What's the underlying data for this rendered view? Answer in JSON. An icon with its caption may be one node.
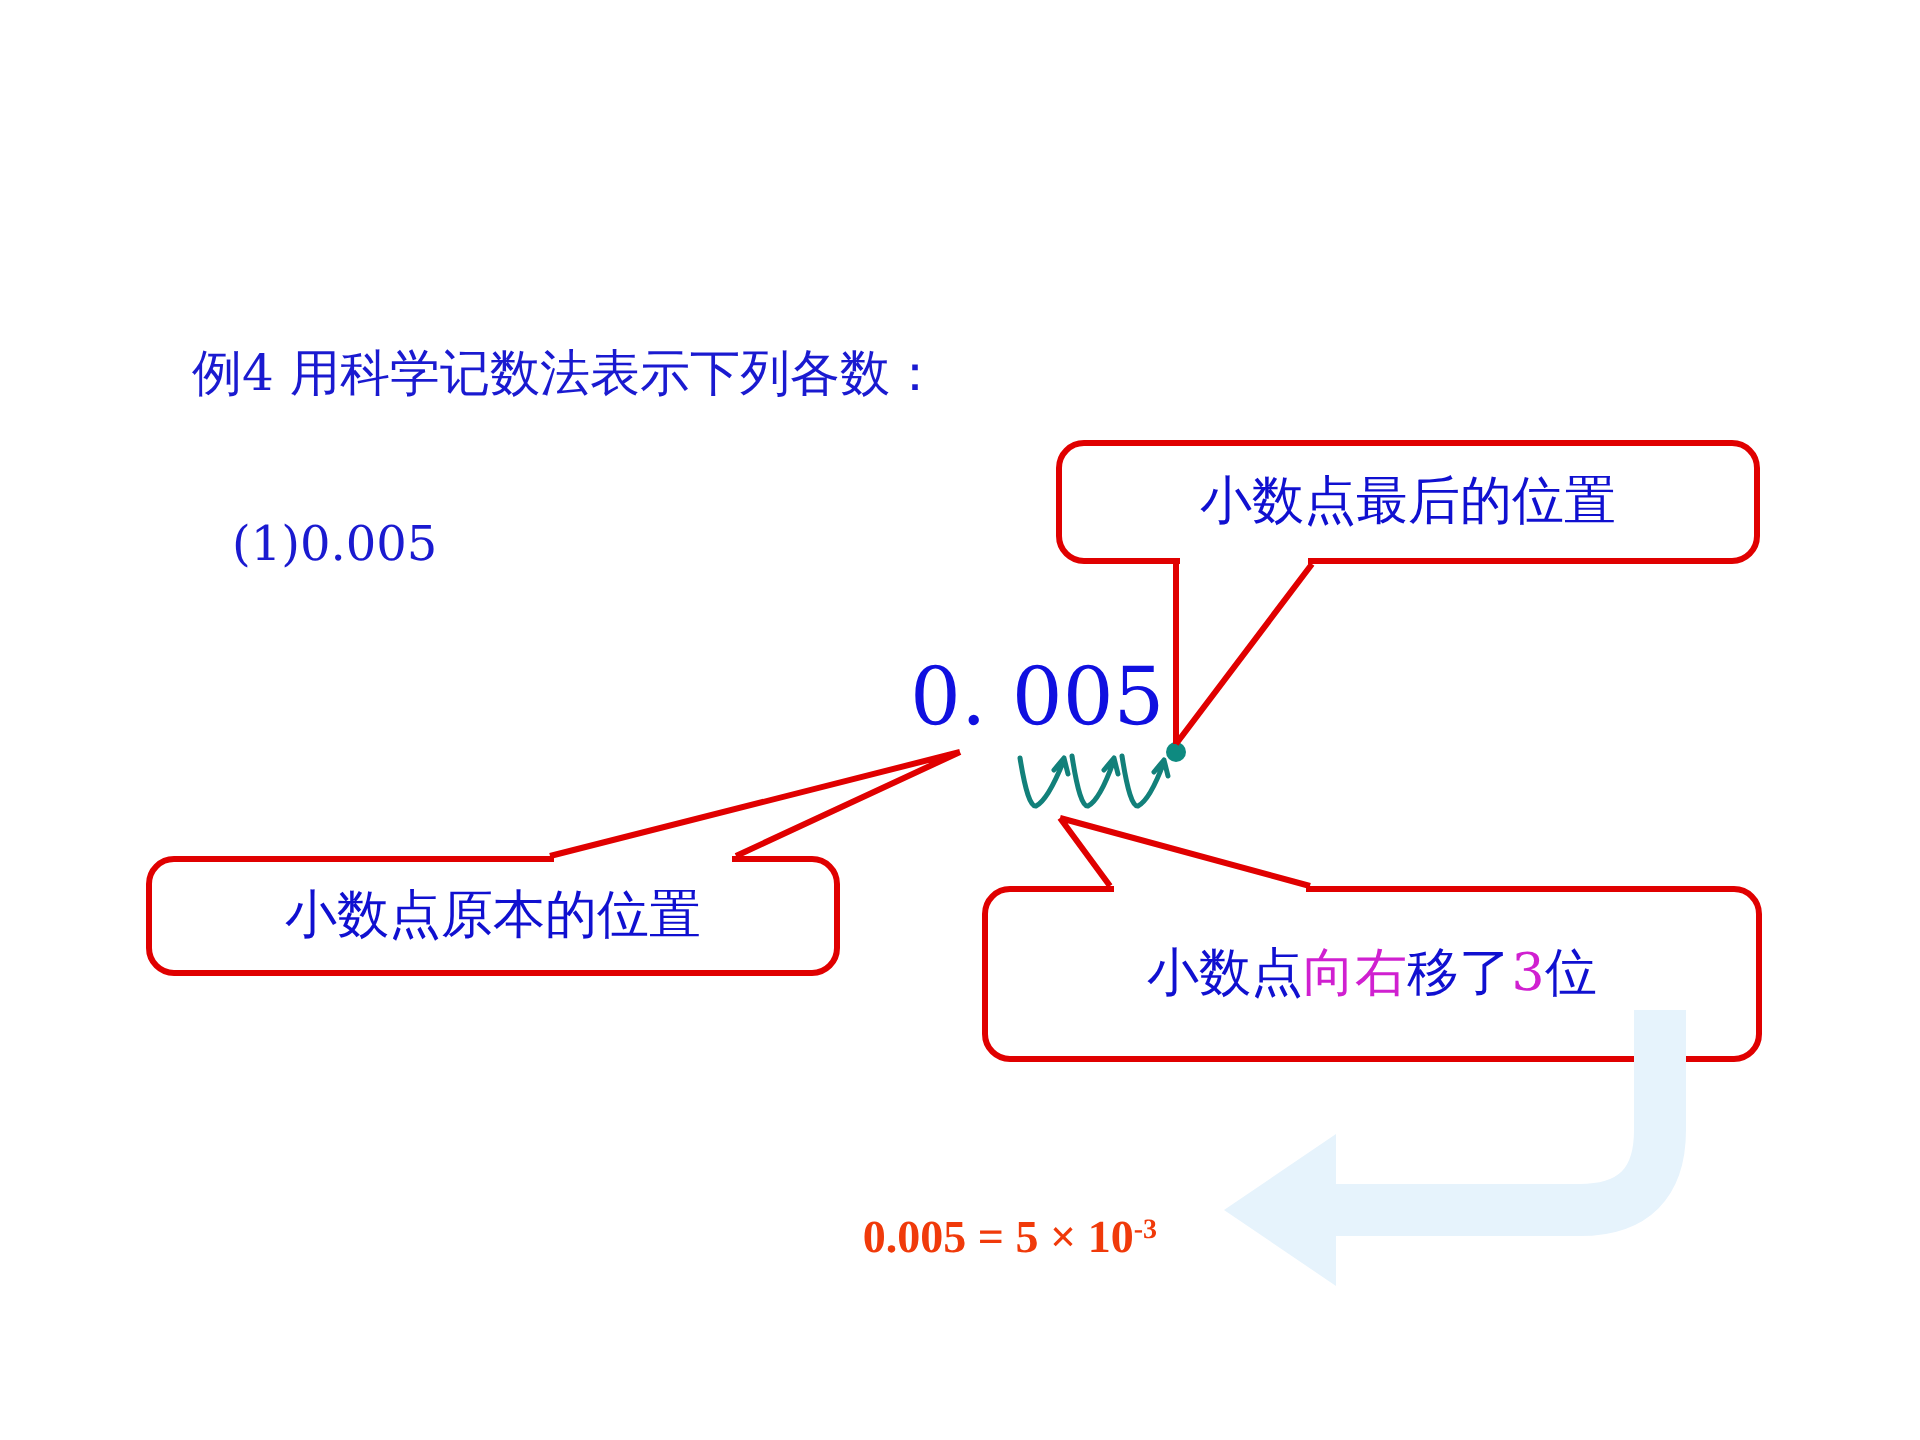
{
  "diagram": {
    "title": "例4 用科学记数法表示下列各数：",
    "nodes": [
      {
        "text": [
          "0. 005"
        ]
      },
      {
        "text": [
          "小数点最后的位置"
        ]
      },
      {
        "text": [],
        "shape": "circle"
      },
      {
        "text": [
          "小数点原本的位置"
        ]
      },
      {
        "text": [
          "小数点**向右**移了**3**位"
        ]
      },
      {
        "text": [
          "**0.005 = 5 × 10$^{-3}$**"
        ]
      }
    ],
    "edges": [
      {
        "from": 1,
        "to": 2,
        "arrow": "none"
      },
      {
        "from": 3,
        "to": null,
        "arrow": "none"
      },
      {
        "from": 4,
        "to": null,
        "arrow": "none"
      },
      {
        "from": 4,
        "to": 5,
        "arrow": "to",
        "style": "thick",
        "color": "#e6f3fc"
      }
    ],
    "labels": [
      "(1)0.005"
    ]
  }
}
